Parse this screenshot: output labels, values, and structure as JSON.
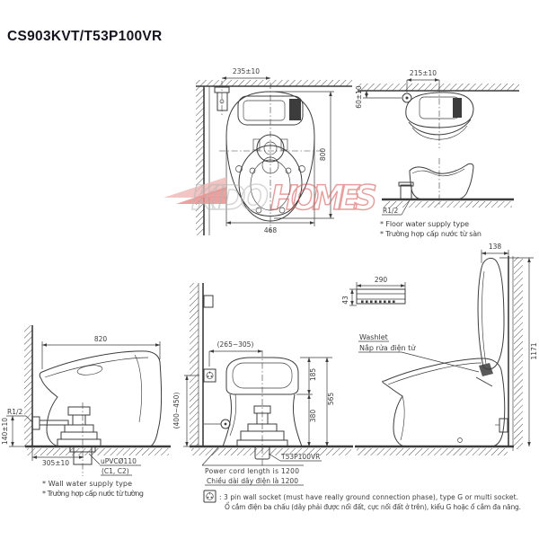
{
  "title": "CS903KVT/T53P100VR",
  "watermark": {
    "text_left": "KIDO",
    "text_right": "HOMES"
  },
  "colors": {
    "line": "#3c3c3c",
    "title": "#15151f",
    "watermark_gray": "#b5b5b5",
    "watermark_red": "#d4514e",
    "logo_pink": "#eeb7b5",
    "logo_red": "#e5928f"
  },
  "plan_view": {
    "dim_supply_offset": "235±10",
    "dim_length": "800",
    "dim_width": "468"
  },
  "front_view": {
    "dim_supply_offset": "215±10",
    "dim_supply_height": "60±10",
    "supply_size": "R1/2",
    "note_en": "* Floor water supply type",
    "note_vi": "* Trường hợp cấp nước từ sàn"
  },
  "side_view_wall": {
    "dim_depth": "820",
    "supply_size": "R1/2",
    "dim_supply_height": "140±10",
    "dim_drain_offset": "305±10",
    "drain_pipe": "uPVCØ110",
    "drain_variants": "(C1, C2)",
    "note_en": "* Wall water supply type",
    "note_vi": "* Trường hợp cấp nước từ tường"
  },
  "rear_view": {
    "dim_socket_offset": "(265~305)",
    "dim_seat_height": "185",
    "dim_total_height": "565",
    "dim_bowl_height": "380",
    "dim_socket_height": "(400~450)",
    "valve_model": "T53P100VR",
    "cord_note_en": "Power cord length is 1200",
    "cord_note_vi": "Chiều dài dây điện là 1200"
  },
  "side_view_open": {
    "dim_lid_depth": "138",
    "dim_open_height": "1171",
    "dim_remote_width": "290",
    "dim_remote_height": "43",
    "washlet_en": "Washlet",
    "washlet_vi": "Nắp rửa điện tử"
  },
  "footnote": {
    "en": ": 3 pin wall socket (must have really ground connection phase), type G or multi socket.",
    "vi": "Ổ cắm điện ba chấu (dây phải được nối đất, cực nối đất ở trên), kiểu G hoặc ổ cắm đa năng."
  }
}
